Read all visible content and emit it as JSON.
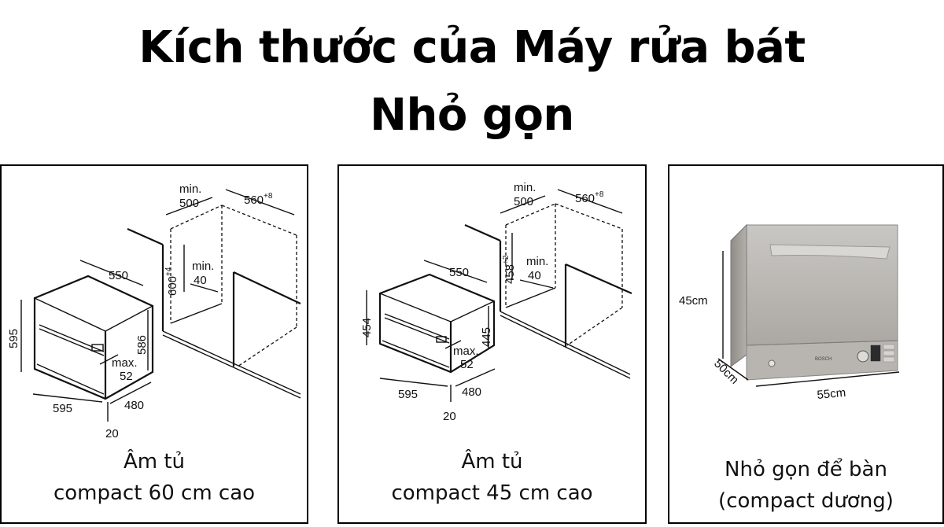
{
  "title": {
    "line1": "Kích thước của Máy rửa bát",
    "line2": "Nhỏ gọn"
  },
  "panels": [
    {
      "caption_line1": "Âm tủ",
      "caption_line2": "compact 60 cm cao",
      "dims": {
        "min_label": "min.",
        "niche_depth": "500",
        "niche_width": "560",
        "niche_width_tol": "+8",
        "niche_height": "600",
        "niche_height_tol": "+4",
        "gap_min_label": "min.",
        "gap_min": "40",
        "depth": "550",
        "height": "595",
        "inner_height": "586",
        "max_label": "max.",
        "max_val": "52",
        "width": "595",
        "side": "480",
        "front": "20"
      }
    },
    {
      "caption_line1": "Âm tủ",
      "caption_line2": "compact 45 cm cao",
      "dims": {
        "min_label": "min.",
        "niche_depth": "500",
        "niche_width": "560",
        "niche_width_tol": "+8",
        "niche_height": "458",
        "niche_height_tol": "+2",
        "gap_min_label": "min.",
        "gap_min": "40",
        "depth": "550",
        "height": "454",
        "inner_height": "445",
        "max_label": "max.",
        "max_val": "52",
        "width": "595",
        "side": "480",
        "front": "20"
      }
    },
    {
      "caption_line1": "Nhỏ gọn để bàn",
      "caption_line2": "(compact dương)",
      "dims": {
        "height": "45cm",
        "depth": "50cm",
        "width": "55cm",
        "brand": "BOSCH"
      }
    }
  ]
}
